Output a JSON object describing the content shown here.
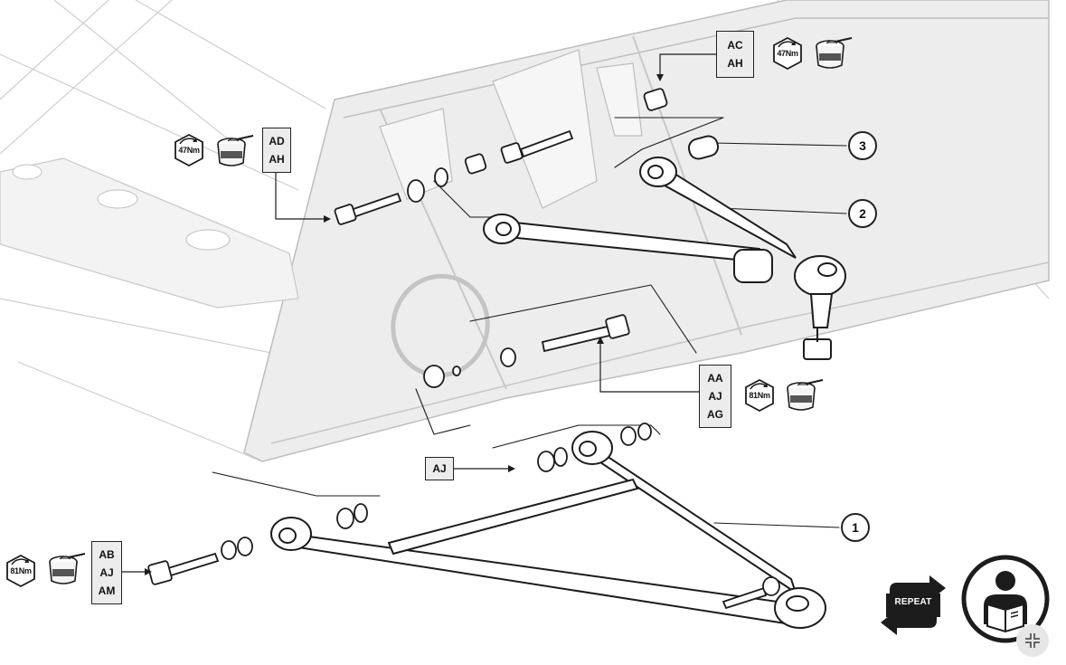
{
  "torque_icons": [
    {
      "id": "t1",
      "value": "47Nm"
    },
    {
      "id": "t2",
      "value": "47Nm"
    },
    {
      "id": "t3",
      "value": "81Nm"
    },
    {
      "id": "t4",
      "value": "81Nm"
    }
  ],
  "code_groups": [
    {
      "id": "g1",
      "codes": [
        "AC",
        "AH"
      ]
    },
    {
      "id": "g2",
      "codes": [
        "AD",
        "AH"
      ]
    },
    {
      "id": "g3",
      "codes": [
        "AA",
        "AJ",
        "AG"
      ]
    },
    {
      "id": "g4",
      "codes": [
        "AJ"
      ]
    },
    {
      "id": "g5",
      "codes": [
        "AB",
        "AJ",
        "AM"
      ]
    }
  ],
  "callouts": [
    "3",
    "2",
    "1"
  ],
  "controls": {
    "repeat_label": "REPEAT"
  },
  "colors": {
    "frame_fill": "#e9e9e9",
    "line": "#1c1c1c",
    "panel": "#ececec"
  },
  "icons": {
    "torque": "torque-wrench-hexagon-icon",
    "grease": "grease-tub-icon",
    "repeat": "repeat-arrows-icon",
    "manual": "read-manual-icon",
    "collapse": "collapse-arrows-icon"
  }
}
